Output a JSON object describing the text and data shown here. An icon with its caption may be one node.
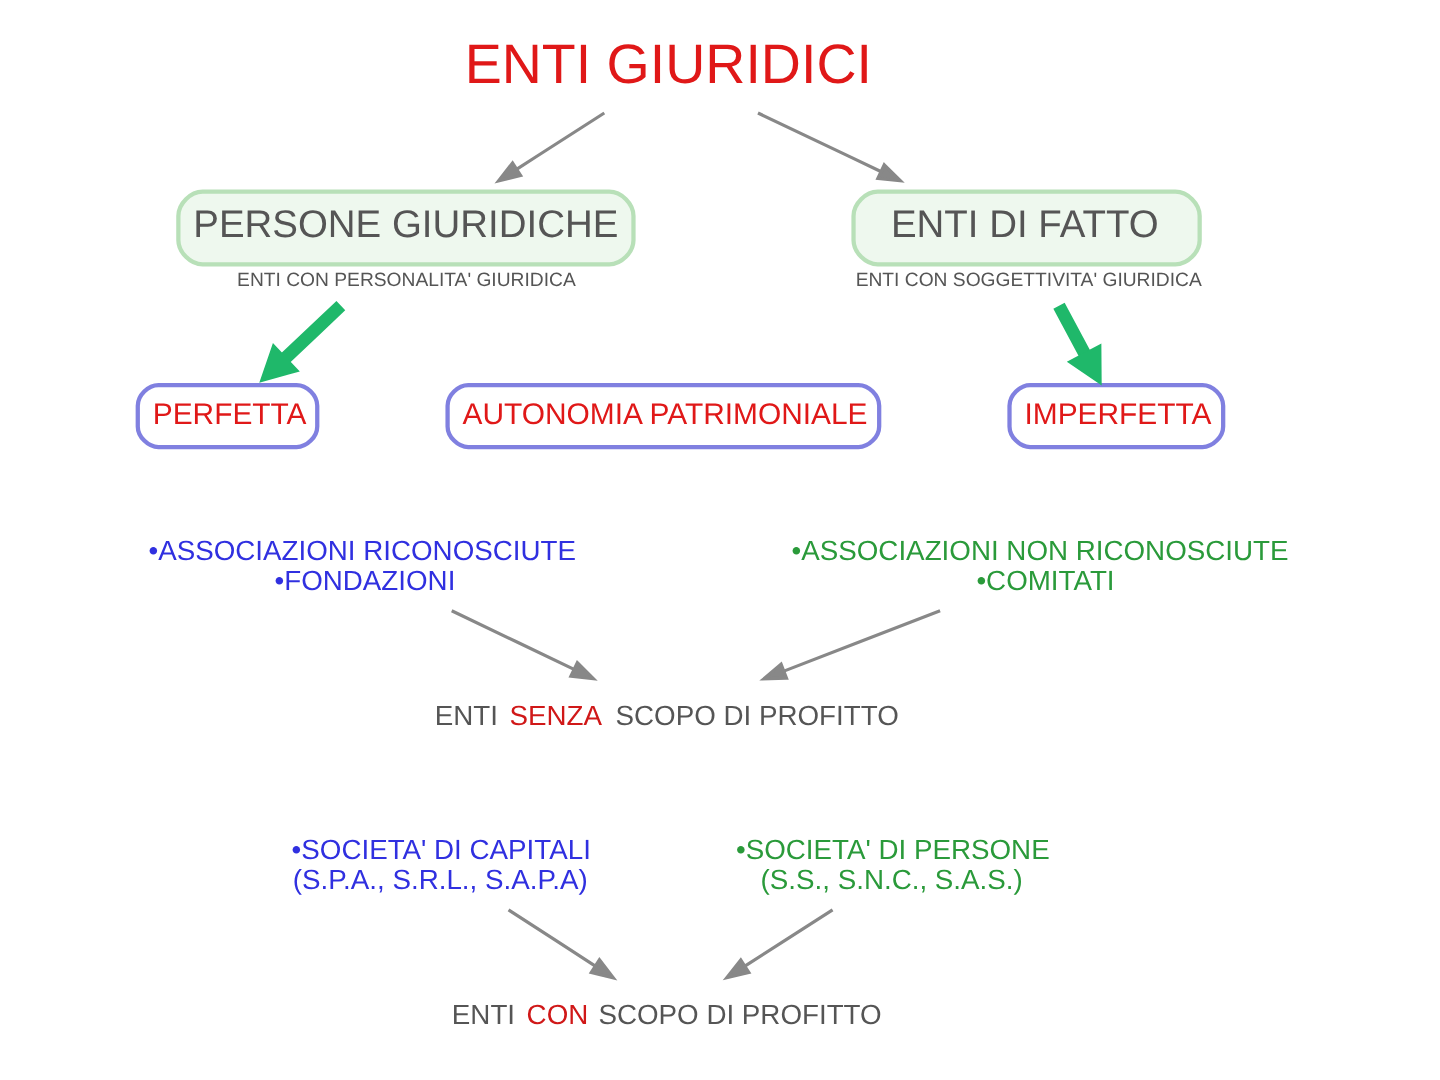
{
  "diagram": {
    "nodes": [
      {
        "text": [
          "ENTI GIURIDICI"
        ]
      },
      {
        "text": [
          "PERSONE GIURIDICHE"
        ],
        "beside": [
          "ENTI CON PERSONALITA' GIURIDICA"
        ]
      },
      {
        "text": [
          "ENTI DI FATTO"
        ],
        "beside": [
          "ENTI CON SOGGETTIVITA' GIURIDICA"
        ]
      },
      {
        "text": [
          "AUTONOMIA PATRIMONIALE"
        ]
      },
      {
        "text": [
          "PERFETTA"
        ]
      },
      {
        "text": [
          "IMPERFETTA"
        ]
      },
      {
        "text": [
          "•ASSOCIAZIONI RICONOSCIUTE •FONDAZIONI"
        ]
      },
      {
        "text": [
          "•ASSOCIAZIONI NON RICONOSCIUTE •COMITATI"
        ]
      },
      {
        "text": [
          "ENTI **SENZA** SCOPO DI PROFITTO"
        ]
      },
      {
        "text": [
          "•SOCIETA' DI CAPITALI (S.P.A., S.R.L., S.A.P.A)"
        ]
      },
      {
        "text": [
          "•SOCIETA' DI PERSONE (S.S., S.N.C., S.A.S.)"
        ]
      },
      {
        "text": [
          "ENTI **CON** SCOPO DI PROFITTO"
        ]
      }
    ],
    "edges": [
      {
        "from": 0,
        "to": 1,
        "arrow": "to"
      },
      {
        "from": 0,
        "to": 2,
        "arrow": "to"
      },
      {
        "from": 1,
        "to": 4,
        "arrow": "to",
        "style": "thick",
        "color": "#1fb86a"
      },
      {
        "from": 2,
        "to": 5,
        "arrow": "to",
        "style": "thick",
        "color": "#1fb86a"
      },
      {
        "from": 6,
        "to": 8,
        "arrow": "to"
      },
      {
        "from": 7,
        "to": 8,
        "arrow": "to"
      },
      {
        "from": 9,
        "to": 11,
        "arrow": "to"
      },
      {
        "from": 10,
        "to": 11,
        "arrow": "to"
      }
    ]
  }
}
